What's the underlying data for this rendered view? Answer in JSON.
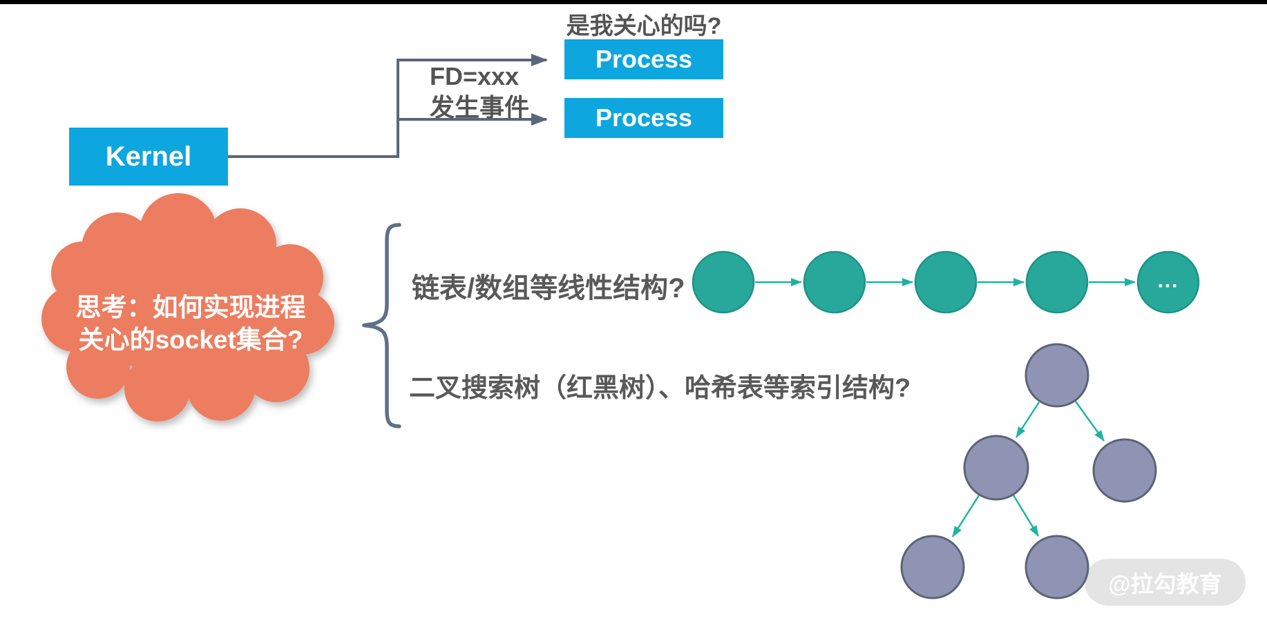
{
  "header": {
    "question_label": "是我关心的吗?"
  },
  "kernel": {
    "label": "Kernel"
  },
  "processes": [
    {
      "label": "Process"
    },
    {
      "label": "Process"
    }
  ],
  "event_label": {
    "line1": "FD=xxx",
    "line2": "发生事件"
  },
  "cloud": {
    "line1": "思考：如何实现进程",
    "line2": "关心的socket集合?"
  },
  "options": {
    "linear": {
      "label": "链表/数组等线性结构?",
      "ellipsis": "..."
    },
    "indexed": {
      "label": "二叉搜索树（红黑树）、哈希表等索引结构?"
    }
  },
  "watermark": {
    "label": "@拉勾教育"
  },
  "colors": {
    "accent_blue": "#0DA6DF",
    "teal_fill": "#28A89A",
    "teal_stroke": "#1E9387",
    "teal_arrow": "#1FB3A3",
    "purple_fill": "#9094B4",
    "purple_stroke": "#5A6476",
    "coral_cloud": "#EC7D60",
    "connector_gray": "#5A6679",
    "text_gray": "#595959"
  }
}
